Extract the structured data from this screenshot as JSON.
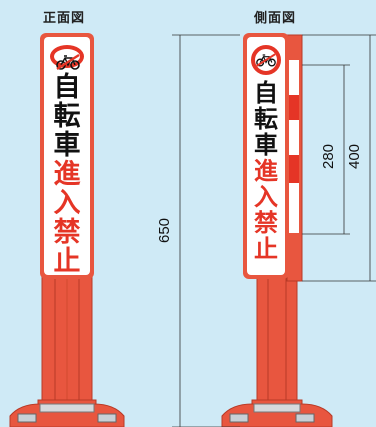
{
  "views": {
    "front_title": "正面図",
    "side_title": "側面図"
  },
  "sign": {
    "chars_black": [
      "自",
      "転",
      "車"
    ],
    "chars_red": [
      "進",
      "入",
      "禁",
      "止"
    ],
    "icon": "no-bicycle-icon"
  },
  "dimensions": {
    "total_height": "650",
    "panel_height": "400",
    "stripe_height": "280"
  },
  "colors": {
    "background": "#cfeaf6",
    "post": "#e8563f",
    "post_dark": "#c43d28",
    "red_text": "#e53526",
    "black_text": "#111111",
    "dim_line": "#333333"
  }
}
